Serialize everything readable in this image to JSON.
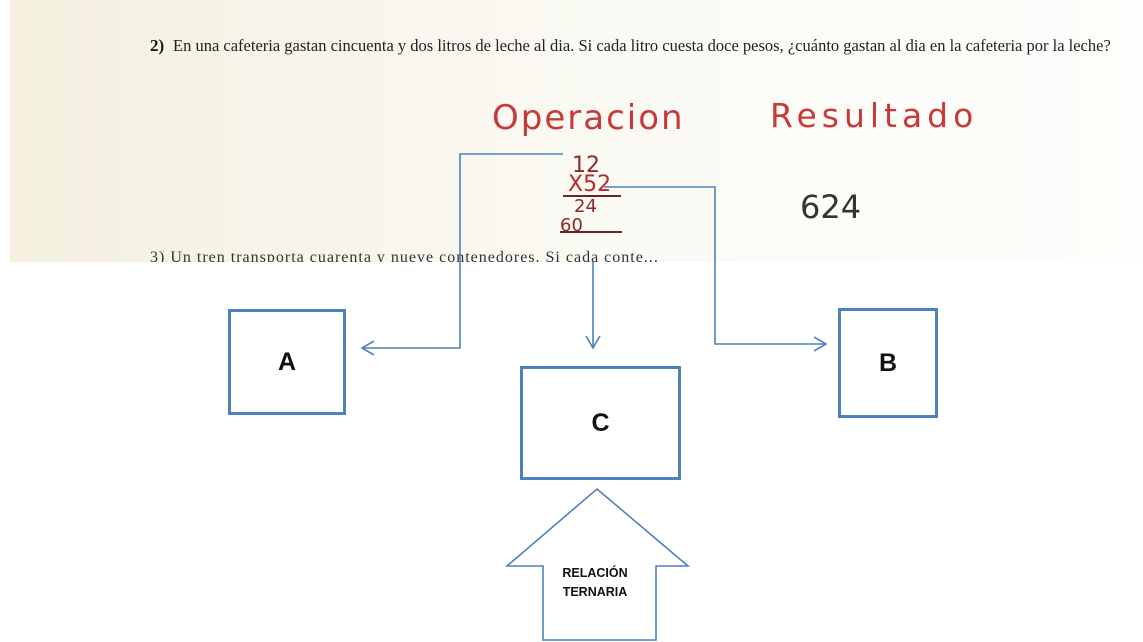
{
  "worksheet": {
    "question_number": "2)",
    "question_text": "En una cafeteria gastan cincuenta y dos litros de leche al dia. Si cada litro cuesta doce pesos, ¿cuánto gastan al dia en la cafeteria por la leche?",
    "operation_label": "Operacion",
    "result_label": "Resultado",
    "multiplicand": "12",
    "multiplier": "X52",
    "partial_product": "24",
    "partial_product_2": "60",
    "result_value": "624",
    "next_question_text": "3) Un tren transporta cuarenta y nueve contenedores. Si cada conte..."
  },
  "diagram": {
    "box_a_label": "A",
    "box_b_label": "B",
    "box_c_label": "C",
    "block_arrow_label_line1": "RELACIÓN",
    "block_arrow_label_line2": "TERNARIA",
    "line_color": "#4f81bd"
  }
}
